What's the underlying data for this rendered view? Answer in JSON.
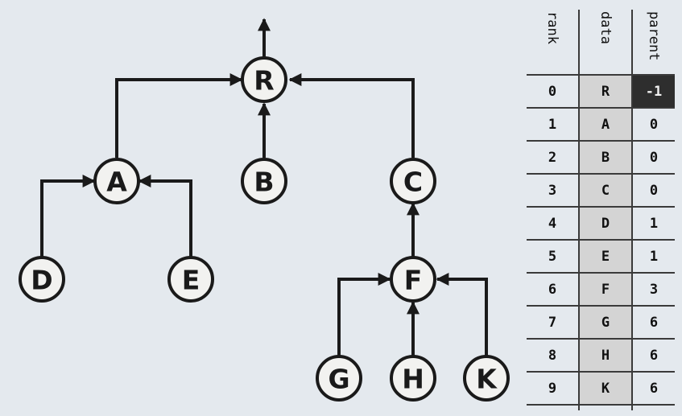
{
  "nodes": [
    {
      "id": "R",
      "label": "R"
    },
    {
      "id": "A",
      "label": "A"
    },
    {
      "id": "B",
      "label": "B"
    },
    {
      "id": "C",
      "label": "C"
    },
    {
      "id": "D",
      "label": "D"
    },
    {
      "id": "E",
      "label": "E"
    },
    {
      "id": "F",
      "label": "F"
    },
    {
      "id": "G",
      "label": "G"
    },
    {
      "id": "H",
      "label": "H"
    },
    {
      "id": "K",
      "label": "K"
    }
  ],
  "edges": [
    {
      "from": "A",
      "to": "R"
    },
    {
      "from": "B",
      "to": "R"
    },
    {
      "from": "C",
      "to": "R"
    },
    {
      "from": "D",
      "to": "A"
    },
    {
      "from": "E",
      "to": "A"
    },
    {
      "from": "F",
      "to": "C"
    },
    {
      "from": "G",
      "to": "F"
    },
    {
      "from": "H",
      "to": "F"
    },
    {
      "from": "K",
      "to": "F"
    }
  ],
  "table": {
    "headers": {
      "rank": "rank",
      "data": "data",
      "parent": "parent"
    },
    "rows": [
      {
        "rank": "0",
        "data": "R",
        "parent": "-1",
        "highlight": true
      },
      {
        "rank": "1",
        "data": "A",
        "parent": "0"
      },
      {
        "rank": "2",
        "data": "B",
        "parent": "0"
      },
      {
        "rank": "3",
        "data": "C",
        "parent": "0"
      },
      {
        "rank": "4",
        "data": "D",
        "parent": "1"
      },
      {
        "rank": "5",
        "data": "E",
        "parent": "1"
      },
      {
        "rank": "6",
        "data": "F",
        "parent": "3"
      },
      {
        "rank": "7",
        "data": "G",
        "parent": "6"
      },
      {
        "rank": "8",
        "data": "H",
        "parent": "6"
      },
      {
        "rank": "9",
        "data": "K",
        "parent": "6"
      }
    ]
  }
}
